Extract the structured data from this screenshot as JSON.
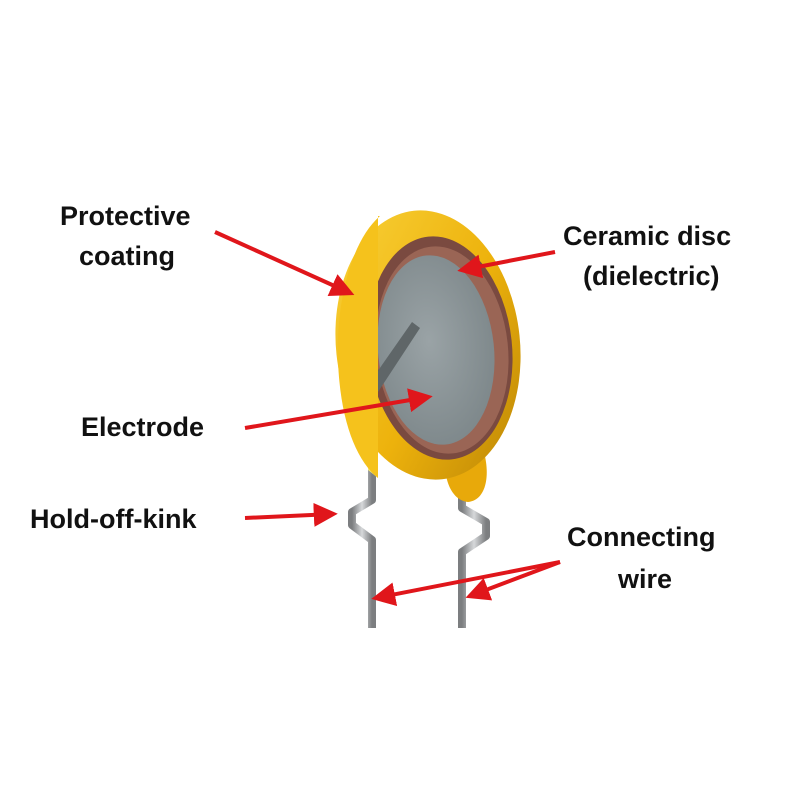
{
  "labels": {
    "protective_coating": [
      "Protective",
      "coating"
    ],
    "ceramic_disc": [
      "Ceramic disc",
      "(dielectric)"
    ],
    "electrode": "Electrode",
    "hold_off_kink": "Hold-off-kink",
    "connecting_wire": [
      "Connecting",
      "wire"
    ]
  },
  "colors": {
    "coating": "#F2B90F",
    "ceramic": "#7A4A40",
    "electrode": "#8C9598",
    "wire": "#A9ABAD",
    "arrow": "#E0161B",
    "text": "#111111"
  }
}
